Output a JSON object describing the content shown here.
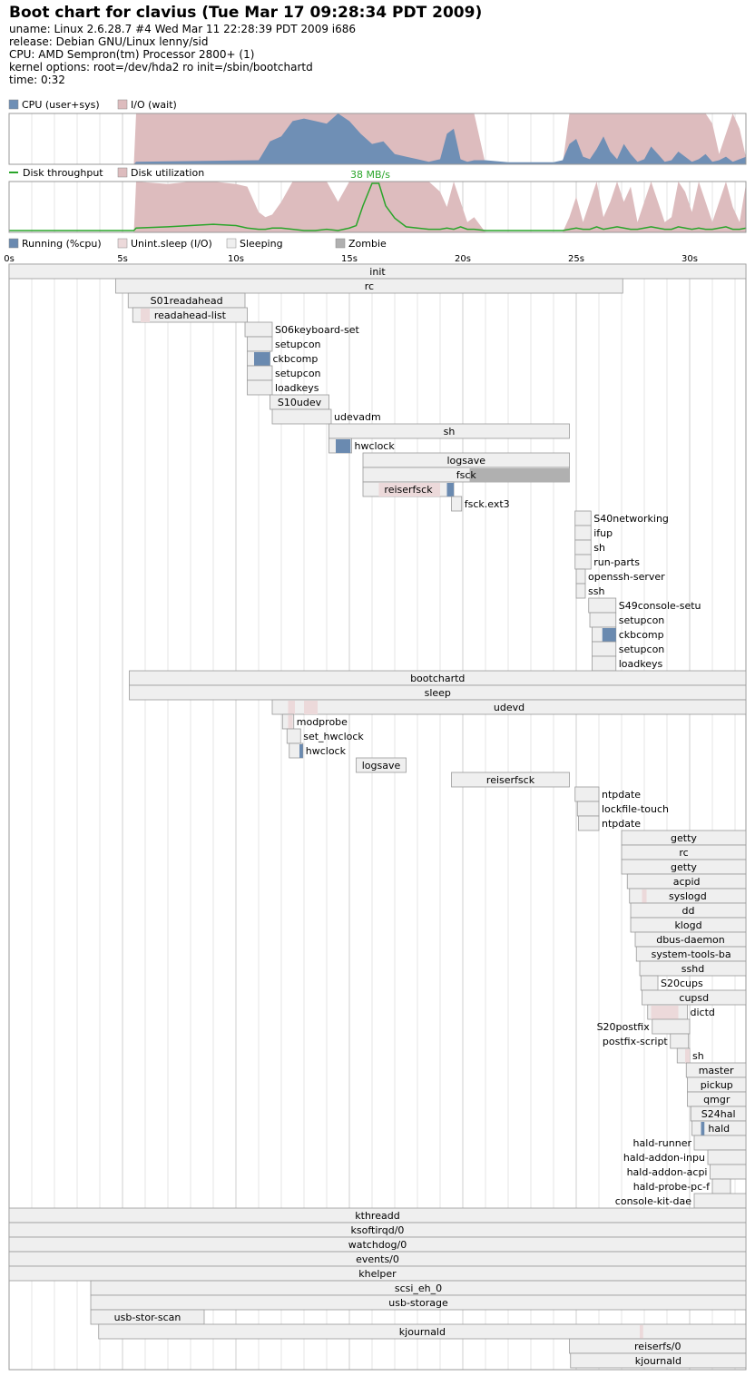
{
  "header": {
    "title": "Boot chart for clavius (Tue Mar 17 09:28:34 PDT 2009)",
    "uname": "uname: Linux 2.6.28.7 #4 Wed Mar 11 22:28:39 PDT 2009 i686",
    "release": "release: Debian GNU/Linux lenny/sid",
    "cpu": "CPU: AMD Sempron(tm) Processor 2800+ (1)",
    "kernel": "kernel options: root=/dev/hda2 ro init=/sbin/bootchartd",
    "time": "time: 0:32"
  },
  "colors": {
    "cpu": "#6f8fb5",
    "io": "#ddbcbe",
    "throughput": "#2aa52a",
    "running": "#6a8ab0",
    "unint": "#ecd9da",
    "sleeping": "#efefef",
    "zombie": "#b0b0b0",
    "grid": "#e4e4e4",
    "border": "#999999"
  },
  "chart_data": [
    {
      "type": "area",
      "name": "cpu-io",
      "legend": [
        "CPU (user+sys)",
        "I/O (wait)"
      ],
      "x": [
        0,
        5.5,
        5.6,
        11,
        11.1,
        11.5,
        12,
        12.5,
        13,
        13.5,
        14,
        14.5,
        15,
        15.5,
        16,
        16.5,
        17,
        17.5,
        18,
        18.5,
        19,
        19.3,
        19.6,
        19.9,
        20.2,
        20.5,
        21,
        22,
        23,
        24,
        24.4,
        24.7,
        25,
        25.3,
        25.6,
        25.9,
        26.2,
        26.5,
        26.8,
        27.1,
        27.4,
        27.7,
        28,
        28.3,
        28.6,
        28.9,
        29.2,
        29.5,
        29.8,
        30.1,
        30.4,
        30.7,
        31,
        31.3,
        31.6,
        31.9,
        32.2,
        32.5
      ],
      "series": [
        {
          "name": "CPU (user+sys)",
          "values": [
            0,
            0,
            5,
            8,
            15,
            45,
            55,
            85,
            90,
            85,
            80,
            100,
            85,
            60,
            40,
            45,
            20,
            15,
            10,
            5,
            10,
            60,
            70,
            10,
            5,
            8,
            8,
            4,
            4,
            4,
            8,
            40,
            50,
            15,
            10,
            30,
            55,
            25,
            10,
            40,
            20,
            5,
            10,
            35,
            20,
            5,
            8,
            25,
            15,
            5,
            10,
            20,
            5,
            8,
            15,
            5,
            10,
            15
          ]
        },
        {
          "name": "I/O (wait)",
          "values": [
            0,
            0,
            100,
            100,
            100,
            100,
            100,
            100,
            100,
            100,
            100,
            100,
            100,
            100,
            100,
            100,
            100,
            100,
            100,
            100,
            100,
            100,
            100,
            100,
            100,
            100,
            0,
            0,
            0,
            0,
            0,
            100,
            100,
            100,
            100,
            100,
            100,
            100,
            100,
            100,
            100,
            100,
            100,
            100,
            100,
            100,
            100,
            100,
            100,
            100,
            100,
            100,
            80,
            20,
            60,
            100,
            70,
            10
          ]
        }
      ]
    },
    {
      "type": "area",
      "name": "disk",
      "legend": [
        "Disk throughput",
        "Disk utilization"
      ],
      "annotation": "38 MB/s",
      "x": [
        0,
        5.5,
        5.6,
        7,
        8,
        9,
        10,
        10.5,
        11,
        11.3,
        11.6,
        12,
        12.5,
        13,
        13.5,
        14,
        14.5,
        15,
        15.3,
        15.6,
        16,
        16.3,
        16.6,
        17,
        17.5,
        18,
        18.5,
        19,
        19.3,
        19.6,
        19.9,
        20.2,
        20.5,
        21,
        22,
        23,
        24,
        24.4,
        24.7,
        25,
        25.3,
        25.6,
        25.9,
        26.2,
        26.5,
        26.8,
        27.1,
        27.4,
        27.7,
        28,
        28.3,
        28.6,
        28.9,
        29.2,
        29.5,
        29.8,
        30.1,
        30.4,
        30.7,
        31,
        31.3,
        31.6,
        31.9,
        32.2,
        32.5
      ],
      "series": [
        {
          "name": "Disk utilization",
          "values": [
            0,
            0,
            100,
            95,
            100,
            100,
            95,
            90,
            40,
            30,
            35,
            60,
            100,
            100,
            100,
            100,
            60,
            100,
            100,
            100,
            100,
            100,
            100,
            100,
            100,
            100,
            100,
            80,
            50,
            100,
            60,
            20,
            30,
            0,
            0,
            0,
            0,
            0,
            30,
            70,
            20,
            60,
            100,
            30,
            60,
            100,
            60,
            90,
            20,
            60,
            100,
            60,
            20,
            30,
            100,
            80,
            40,
            100,
            60,
            20,
            60,
            100,
            50,
            20,
            100
          ]
        },
        {
          "name": "Disk throughput",
          "values": [
            0,
            0,
            2,
            3,
            4,
            5,
            4,
            2,
            1,
            1,
            2,
            2,
            1,
            0,
            0,
            1,
            0,
            2,
            4,
            20,
            38,
            38,
            20,
            10,
            3,
            2,
            1,
            1,
            2,
            1,
            3,
            1,
            1,
            0,
            0,
            0,
            0,
            0,
            1,
            2,
            1,
            1,
            3,
            1,
            2,
            3,
            2,
            1,
            1,
            2,
            3,
            2,
            1,
            1,
            3,
            2,
            1,
            2,
            1,
            1,
            2,
            3,
            1,
            1,
            2
          ]
        }
      ]
    },
    {
      "type": "gantt",
      "name": "processes",
      "legend": [
        "Running (%cpu)",
        "Unint.sleep (I/O)",
        "Sleeping",
        "Zombie"
      ],
      "x_ticks": [
        "0s",
        "5s",
        "10s",
        "15s",
        "20s",
        "25s",
        "30s"
      ],
      "xlim": [
        0,
        32.5
      ],
      "processes": [
        {
          "name": "init",
          "start": 0,
          "end": 32.5,
          "label_side": "center"
        },
        {
          "name": "rc",
          "start": 4.7,
          "end": 27.05,
          "label_side": "center"
        },
        {
          "name": "S01readahead",
          "start": 5.25,
          "end": 10.4,
          "label_side": "center"
        },
        {
          "name": "readahead-list",
          "start": 5.45,
          "end": 10.5,
          "label_side": "center",
          "io": [
            [
              5.8,
              6.2
            ]
          ]
        },
        {
          "name": "S06keyboard-set",
          "start": 10.4,
          "end": 11.6,
          "label_side": "right"
        },
        {
          "name": "setupcon",
          "start": 10.5,
          "end": 11.6,
          "label_side": "right"
        },
        {
          "name": "ckbcomp",
          "start": 10.5,
          "end": 11.5,
          "label_side": "right",
          "cpu": [
            [
              10.8,
              11.5
            ]
          ]
        },
        {
          "name": "setupcon",
          "start": 10.5,
          "end": 11.6,
          "label_side": "right"
        },
        {
          "name": "loadkeys",
          "start": 10.5,
          "end": 11.6,
          "label_side": "right"
        },
        {
          "name": "S10udev",
          "start": 11.5,
          "end": 14.1,
          "label_side": "center"
        },
        {
          "name": "udevadm",
          "start": 11.6,
          "end": 14.2,
          "label_side": "right"
        },
        {
          "name": "sh",
          "start": 14.1,
          "end": 24.7,
          "label_side": "center"
        },
        {
          "name": "hwclock",
          "start": 14.1,
          "end": 15.1,
          "label_side": "right",
          "cpu": [
            [
              14.4,
              15.05
            ]
          ]
        },
        {
          "name": "logsave",
          "start": 15.6,
          "end": 24.7,
          "label_side": "center"
        },
        {
          "name": "fsck",
          "start": 15.6,
          "end": 24.7,
          "label_side": "center",
          "zombie": [
            [
              20.3,
              24.7
            ]
          ]
        },
        {
          "name": "reiserfsck",
          "start": 15.6,
          "end": 19.6,
          "label_side": "center",
          "io": [
            [
              16.3,
              19.0
            ]
          ],
          "cpu": [
            [
              19.3,
              19.6
            ]
          ]
        },
        {
          "name": "fsck.ext3",
          "start": 19.5,
          "end": 19.95,
          "label_side": "right"
        },
        {
          "name": "S40networking",
          "start": 24.95,
          "end": 25.65,
          "label_side": "right"
        },
        {
          "name": "ifup",
          "start": 24.95,
          "end": 25.65,
          "label_side": "right"
        },
        {
          "name": "sh",
          "start": 24.95,
          "end": 25.65,
          "label_side": "right"
        },
        {
          "name": "run-parts",
          "start": 24.95,
          "end": 25.65,
          "label_side": "right"
        },
        {
          "name": "openssh-server",
          "start": 25.0,
          "end": 25.4,
          "label_side": "right"
        },
        {
          "name": "ssh",
          "start": 25.0,
          "end": 25.4,
          "label_side": "right"
        },
        {
          "name": "S49console-setu",
          "start": 25.55,
          "end": 26.75,
          "label_side": "right"
        },
        {
          "name": "setupcon",
          "start": 25.6,
          "end": 26.75,
          "label_side": "right"
        },
        {
          "name": "ckbcomp",
          "start": 25.7,
          "end": 26.75,
          "label_side": "right",
          "cpu": [
            [
              26.15,
              26.75
            ]
          ]
        },
        {
          "name": "setupcon",
          "start": 25.7,
          "end": 26.75,
          "label_side": "right"
        },
        {
          "name": "loadkeys",
          "start": 25.7,
          "end": 26.75,
          "label_side": "right"
        },
        {
          "name": "bootchartd",
          "start": 5.3,
          "end": 32.5,
          "label_side": "center"
        },
        {
          "name": "sleep",
          "start": 5.3,
          "end": 32.5,
          "label_side": "center"
        },
        {
          "name": "udevd",
          "start": 11.6,
          "end": 32.5,
          "label_side": "center",
          "io": [
            [
              12.3,
              12.6
            ],
            [
              13.0,
              13.6
            ]
          ]
        },
        {
          "name": "modprobe",
          "start": 12.05,
          "end": 12.55,
          "label_side": "right",
          "io": [
            [
              12.3,
              12.5
            ]
          ]
        },
        {
          "name": "set_hwclock",
          "start": 12.25,
          "end": 12.85,
          "label_side": "right"
        },
        {
          "name": "hwclock",
          "start": 12.35,
          "end": 12.95,
          "label_side": "right",
          "cpu": [
            [
              12.8,
              12.95
            ]
          ]
        },
        {
          "name": "logsave",
          "start": 15.3,
          "end": 17.5,
          "label_side": "center"
        },
        {
          "name": "reiserfsck",
          "start": 19.5,
          "end": 24.7,
          "label_side": "center"
        },
        {
          "name": "ntpdate",
          "start": 24.95,
          "end": 26.0,
          "label_side": "right"
        },
        {
          "name": "lockfile-touch",
          "start": 25.05,
          "end": 26.0,
          "label_side": "right"
        },
        {
          "name": "ntpdate",
          "start": 25.1,
          "end": 26.0,
          "label_side": "right"
        },
        {
          "name": "getty",
          "start": 27.0,
          "end": 32.5,
          "label_side": "center"
        },
        {
          "name": "rc",
          "start": 27.0,
          "end": 32.5,
          "label_side": "center"
        },
        {
          "name": "getty",
          "start": 27.0,
          "end": 32.5,
          "label_side": "center"
        },
        {
          "name": "acpid",
          "start": 27.25,
          "end": 32.5,
          "label_side": "center"
        },
        {
          "name": "syslogd",
          "start": 27.35,
          "end": 32.5,
          "label_side": "center",
          "io": [
            [
              27.9,
              28.1
            ]
          ]
        },
        {
          "name": "dd",
          "start": 27.4,
          "end": 32.5,
          "label_side": "center"
        },
        {
          "name": "klogd",
          "start": 27.4,
          "end": 32.5,
          "label_side": "center"
        },
        {
          "name": "dbus-daemon",
          "start": 27.6,
          "end": 32.5,
          "label_side": "center"
        },
        {
          "name": "system-tools-ba",
          "start": 27.65,
          "end": 32.5,
          "label_side": "center"
        },
        {
          "name": "sshd",
          "start": 27.8,
          "end": 32.5,
          "label_side": "center"
        },
        {
          "name": "S20cups",
          "start": 27.85,
          "end": 28.6,
          "label_side": "right"
        },
        {
          "name": "cupsd",
          "start": 27.9,
          "end": 32.5,
          "label_side": "center"
        },
        {
          "name": "dictd",
          "start": 28.15,
          "end": 29.9,
          "label_side": "right",
          "io": [
            [
              28.3,
              29.5
            ]
          ]
        },
        {
          "name": "S20postfix",
          "start": 28.35,
          "end": 30.0,
          "label_side": "left"
        },
        {
          "name": "postfix-script",
          "start": 29.15,
          "end": 29.95,
          "label_side": "left"
        },
        {
          "name": "sh",
          "start": 29.45,
          "end": 30.0,
          "label_side": "right",
          "io": [
            [
              29.8,
              30.0
            ]
          ]
        },
        {
          "name": "master",
          "start": 29.85,
          "end": 32.5,
          "label_side": "center"
        },
        {
          "name": "pickup",
          "start": 29.9,
          "end": 32.5,
          "label_side": "center"
        },
        {
          "name": "qmgr",
          "start": 29.9,
          "end": 32.5,
          "label_side": "center"
        },
        {
          "name": "S24hal",
          "start": 30.05,
          "end": 32.5,
          "label_side": "center"
        },
        {
          "name": "hald",
          "start": 30.1,
          "end": 32.5,
          "label_side": "center",
          "cpu": [
            [
              30.5,
              30.65
            ]
          ]
        },
        {
          "name": "hald-runner",
          "start": 30.2,
          "end": 32.5,
          "label_side": "left"
        },
        {
          "name": "hald-addon-inpu",
          "start": 30.8,
          "end": 32.5,
          "label_side": "left"
        },
        {
          "name": "hald-addon-acpi",
          "start": 30.9,
          "end": 32.5,
          "label_side": "left"
        },
        {
          "name": "hald-probe-pc-f",
          "start": 31.0,
          "end": 31.8,
          "label_side": "left"
        },
        {
          "name": "console-kit-dae",
          "start": 30.2,
          "end": 32.5,
          "label_side": "left"
        },
        {
          "name": "kthreadd",
          "start": 0,
          "end": 32.5,
          "label_side": "center"
        },
        {
          "name": "ksoftirqd/0",
          "start": 0,
          "end": 32.5,
          "label_side": "center"
        },
        {
          "name": "watchdog/0",
          "start": 0,
          "end": 32.5,
          "label_side": "center"
        },
        {
          "name": "events/0",
          "start": 0,
          "end": 32.5,
          "label_side": "center"
        },
        {
          "name": "khelper",
          "start": 0,
          "end": 32.5,
          "label_side": "center"
        },
        {
          "name": "scsi_eh_0",
          "start": 3.6,
          "end": 32.5,
          "label_side": "center"
        },
        {
          "name": "usb-storage",
          "start": 3.6,
          "end": 32.5,
          "label_side": "center"
        },
        {
          "name": "usb-stor-scan",
          "start": 3.6,
          "end": 8.6,
          "label_side": "center"
        },
        {
          "name": "kjournald",
          "start": 3.95,
          "end": 32.5,
          "label_side": "center",
          "io": [
            [
              27.8,
              27.95
            ]
          ]
        },
        {
          "name": "reiserfs/0",
          "start": 24.7,
          "end": 32.5,
          "label_side": "center"
        },
        {
          "name": "kjournald",
          "start": 24.75,
          "end": 32.5,
          "label_side": "center"
        }
      ]
    }
  ]
}
